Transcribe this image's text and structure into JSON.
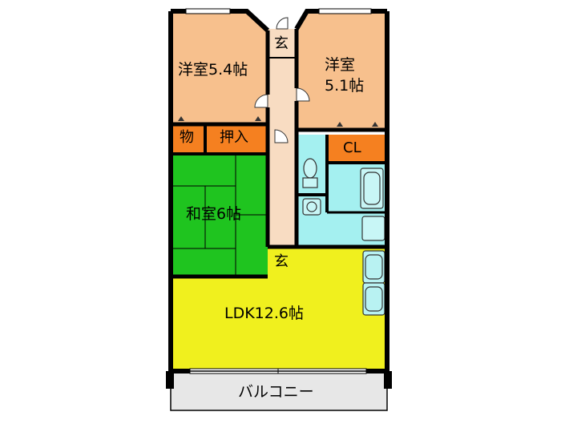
{
  "rooms": {
    "western_room_1": {
      "label": "洋室5.4帖",
      "color": "#f7c08d"
    },
    "western_room_2": {
      "label_line1": "洋室",
      "label_line2": "5.1帖",
      "color": "#f7c08d"
    },
    "japanese_room": {
      "label": "和室6帖",
      "color": "#1fc41f"
    },
    "ldk": {
      "label": "LDK12.6帖",
      "color": "#f0f01e"
    },
    "balcony": {
      "label": "バルコニー",
      "color": "#e7e7e7"
    },
    "storage": {
      "label": "物",
      "color": "#f58020"
    },
    "closet_oshiire": {
      "label": "押入",
      "color": "#f58020"
    },
    "closet_cl": {
      "label": "CL",
      "color": "#f58020"
    },
    "entrance_top": {
      "label": "玄"
    },
    "entrance_bottom": {
      "label": "玄"
    },
    "hallway": {
      "color": "#f8dcc2"
    },
    "wet_area": {
      "color": "#a4f0f0"
    }
  },
  "wall_color": "#000000"
}
